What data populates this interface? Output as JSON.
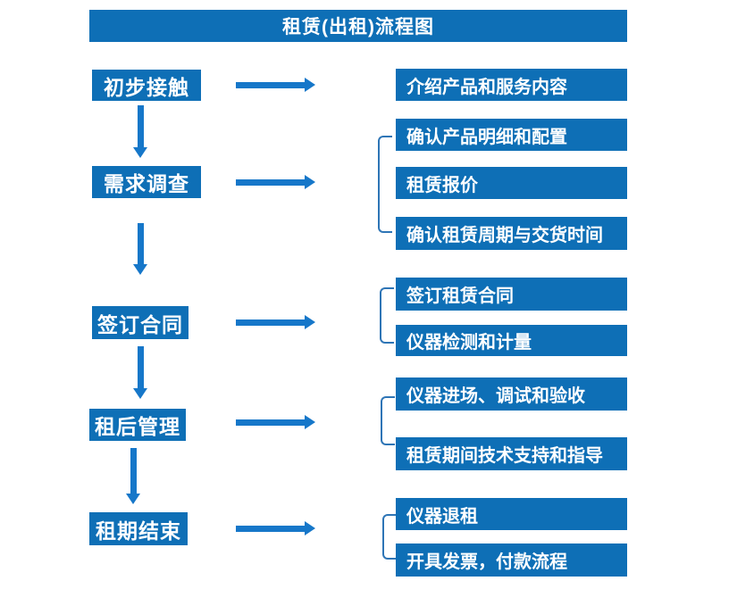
{
  "title": "租赁(出租)流程图",
  "colors": {
    "background": "#FFFFFF",
    "box": "#0E6FB6",
    "arrow": "#1677C9",
    "bracket": "#2E75B6",
    "text": "#FFFFFF"
  },
  "steps": [
    {
      "label": "初步接触",
      "details": [
        "介绍产品和服务内容"
      ]
    },
    {
      "label": "需求调查",
      "details": [
        "确认产品明细和配置",
        "租赁报价",
        "确认租赁周期与交货时间"
      ]
    },
    {
      "label": "签订合同",
      "details": [
        "签订租赁合同",
        "仪器检测和计量"
      ]
    },
    {
      "label": "租后管理",
      "details": [
        "仪器进场、调试和验收",
        "租赁期间技术支持和指导"
      ]
    },
    {
      "label": "租期结束",
      "details": [
        "仪器退租",
        "开具发票，付款流程"
      ]
    }
  ]
}
